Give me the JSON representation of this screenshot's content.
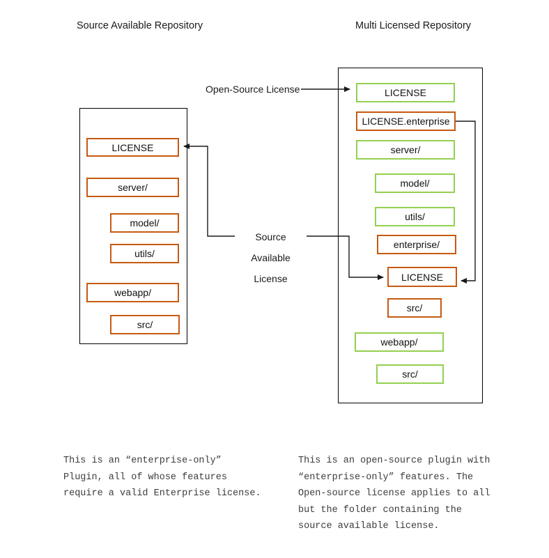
{
  "left_repo": {
    "title": "Source Available Repository",
    "items": [
      {
        "label": "LICENSE",
        "license": "source-available"
      },
      {
        "label": "server/",
        "license": "source-available"
      },
      {
        "label": "model/",
        "license": "source-available"
      },
      {
        "label": "utils/",
        "license": "source-available"
      },
      {
        "label": "webapp/",
        "license": "source-available"
      },
      {
        "label": "src/",
        "license": "source-available"
      }
    ]
  },
  "right_repo": {
    "title": "Multi Licensed Repository",
    "items": [
      {
        "label": "LICENSE",
        "license": "open-source"
      },
      {
        "label": "LICENSE.enterprise",
        "license": "source-available"
      },
      {
        "label": "server/",
        "license": "open-source"
      },
      {
        "label": "model/",
        "license": "open-source"
      },
      {
        "label": "utils/",
        "license": "open-source"
      },
      {
        "label": "enterprise/",
        "license": "source-available"
      },
      {
        "label": "LICENSE",
        "license": "source-available"
      },
      {
        "label": "src/",
        "license": "source-available"
      },
      {
        "label": "webapp/",
        "license": "open-source"
      },
      {
        "label": "src/",
        "license": "open-source"
      }
    ]
  },
  "annotations": {
    "open_source_license": "Open-Source License",
    "source_available_license": "Source Available\nLicense"
  },
  "notes": {
    "left": "This is an “enterprise-only”\nPlugin, all of whose features\nrequire a valid Enterprise license.",
    "right": "This is an open-source plugin with\n“enterprise-only” features. The\nOpen-source license applies to all\nbut the folder containing the\nsource available license."
  },
  "colors": {
    "source_available_border": "#C55A11",
    "open_source_border": "#92D050",
    "connector": "#1a1a1a"
  }
}
